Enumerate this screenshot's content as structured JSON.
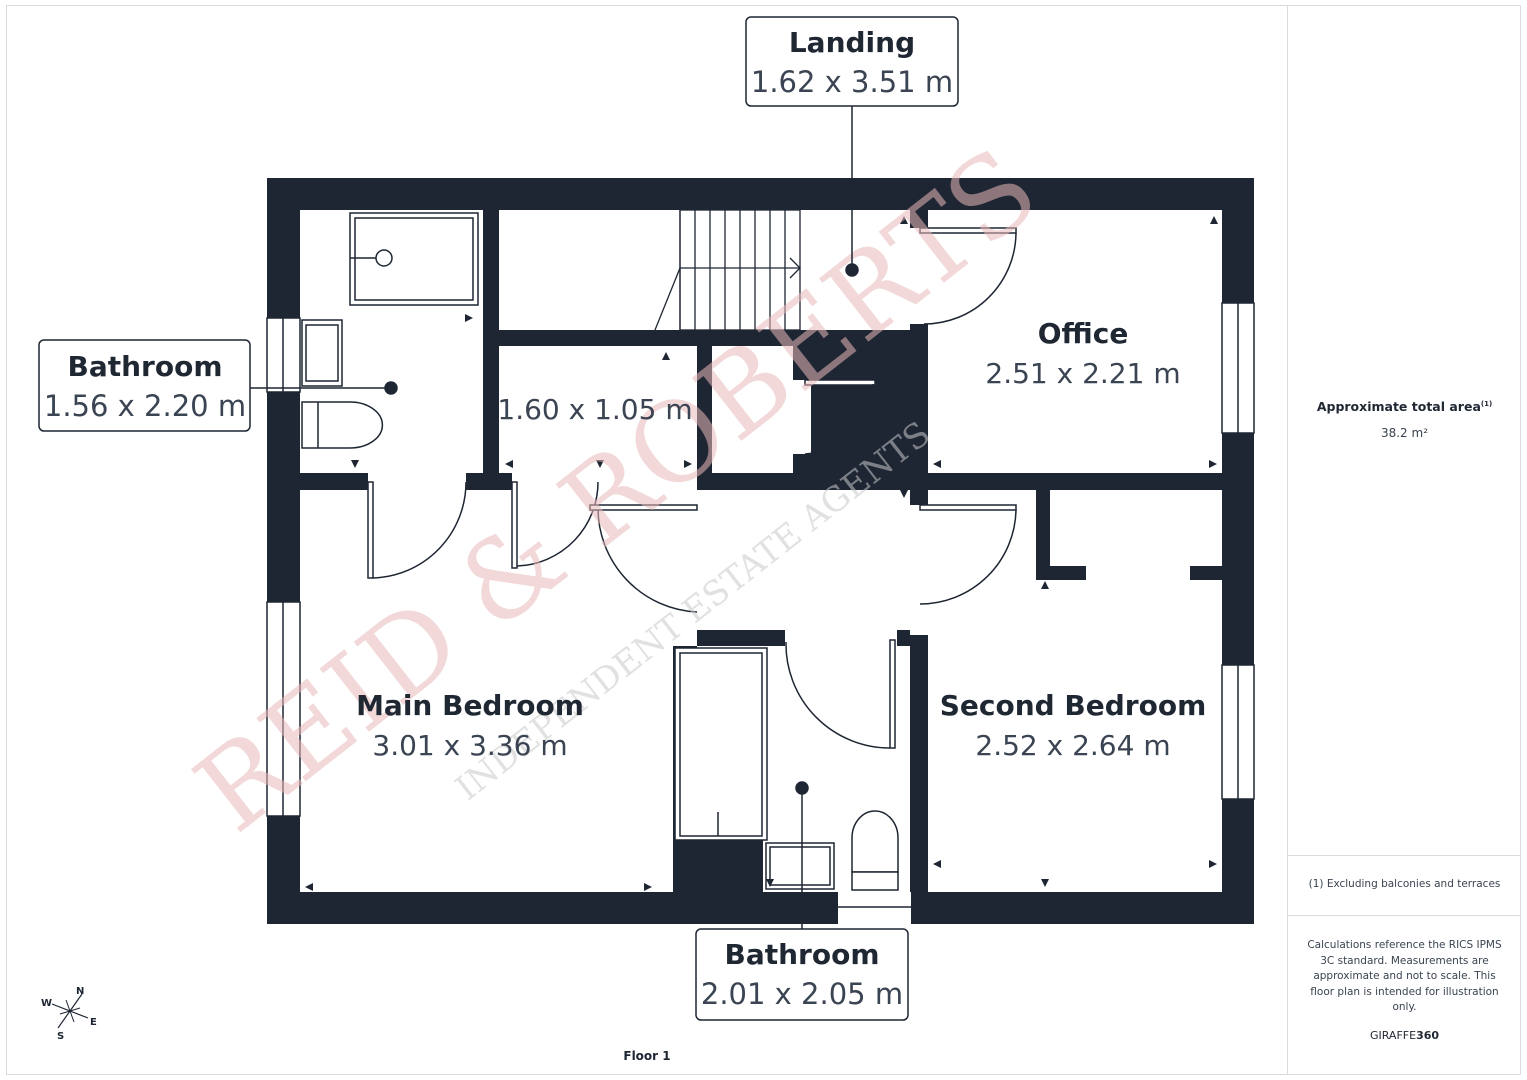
{
  "plan": {
    "floor_label": "Floor 1",
    "wall_color": "#1e2633",
    "watermark_color": "#d9a3a3",
    "watermark": {
      "brand": "REID & ROBERTS",
      "tagline": "INDEPENDENT ESTATE AGENTS"
    }
  },
  "rooms": {
    "landing": {
      "name": "Landing",
      "dims": "1.62 x 3.51 m"
    },
    "bathroom_left": {
      "name": "Bathroom",
      "dims": "1.56 x 2.20 m"
    },
    "storage": {
      "dims": "1.60 x 1.05 m"
    },
    "office": {
      "name": "Office",
      "dims": "2.51 x 2.21 m"
    },
    "main_bedroom": {
      "name": "Main Bedroom",
      "dims": "3.01 x 3.36 m"
    },
    "second_bedroom": {
      "name": "Second Bedroom",
      "dims": "2.52 x 2.64 m"
    },
    "bathroom_bottom": {
      "name": "Bathroom",
      "dims": "2.01 x 2.05 m"
    }
  },
  "compass": {
    "n": "N",
    "s": "S",
    "e": "E",
    "w": "W"
  },
  "info": {
    "area_label": "Approximate total area",
    "area_sup": "(1)",
    "area_value": "38.2 m²",
    "footnote": "(1) Excluding balconies and terraces",
    "disclaimer_lines": [
      "Calculations reference the RICS IPMS",
      "3C standard. Measurements are",
      "approximate and not to scale. This",
      "floor plan is intended for illustration",
      "only."
    ],
    "brand_a": "GIRAFFE",
    "brand_b": "360"
  }
}
